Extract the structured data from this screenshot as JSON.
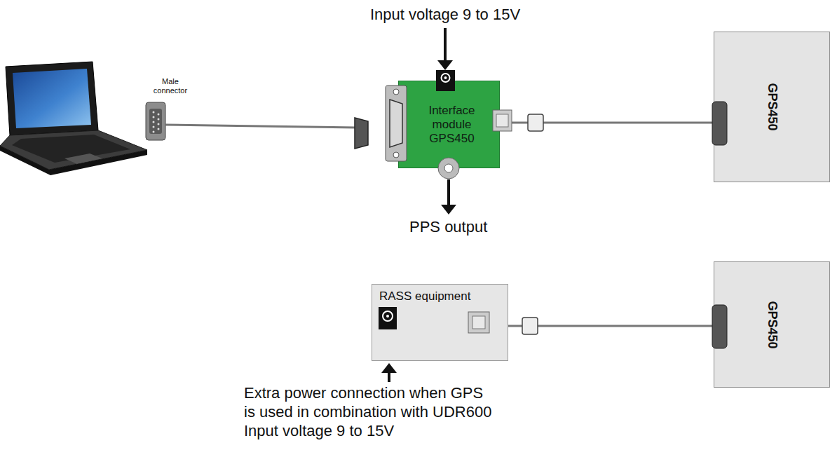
{
  "diagram": {
    "nodes": [
      {
        "text": [
          "Interface module GPS450"
        ]
      },
      {
        "text": [
          "GPS450"
        ]
      },
      {
        "text": [
          "RASS equipment"
        ]
      },
      {
        "text": [
          "GPS450"
        ]
      }
    ],
    "edges": [
      {
        "from": 0,
        "to": 1,
        "arrow": "none"
      },
      {
        "from": 2,
        "to": 3,
        "arrow": "none"
      }
    ],
    "labels": [
      "Input voltage 9 to 15V",
      "PPS output",
      "Male connector",
      "Extra power connection when GPS is used in combination with UDR600 Input voltage 9 to 15V"
    ]
  }
}
